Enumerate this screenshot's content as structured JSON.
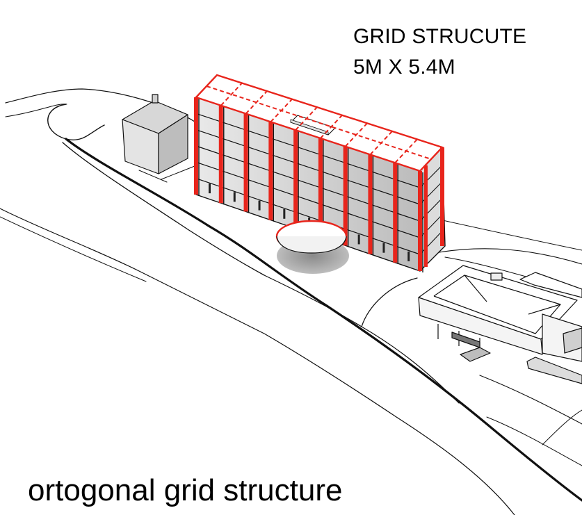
{
  "annotation": {
    "line1": "GRID STRUCUTE",
    "line2": "5M X 5.4M"
  },
  "caption": "ortogonal grid structure",
  "colors": {
    "structure_red": "#e8251c",
    "ink": "#111111",
    "shade": "#c9c9c9",
    "ground": "#ffffff"
  }
}
